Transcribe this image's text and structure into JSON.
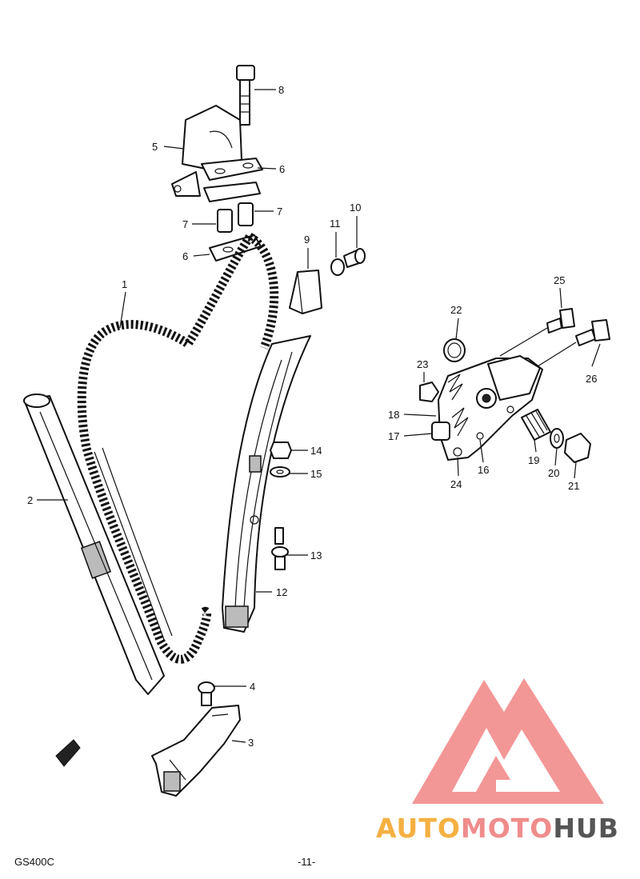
{
  "diagram": {
    "labels": [
      {
        "id": "1",
        "text": "1"
      },
      {
        "id": "2",
        "text": "2"
      },
      {
        "id": "3",
        "text": "3"
      },
      {
        "id": "4",
        "text": "4"
      },
      {
        "id": "5",
        "text": "5"
      },
      {
        "id": "6a",
        "text": "6"
      },
      {
        "id": "6b",
        "text": "6"
      },
      {
        "id": "7a",
        "text": "7"
      },
      {
        "id": "7b",
        "text": "7"
      },
      {
        "id": "8",
        "text": "8"
      },
      {
        "id": "9",
        "text": "9"
      },
      {
        "id": "10",
        "text": "10"
      },
      {
        "id": "11",
        "text": "11"
      },
      {
        "id": "12",
        "text": "12"
      },
      {
        "id": "13",
        "text": "13"
      },
      {
        "id": "14",
        "text": "14"
      },
      {
        "id": "15",
        "text": "15"
      },
      {
        "id": "16",
        "text": "16"
      },
      {
        "id": "17",
        "text": "17"
      },
      {
        "id": "18",
        "text": "18"
      },
      {
        "id": "19",
        "text": "19"
      },
      {
        "id": "20",
        "text": "20"
      },
      {
        "id": "21",
        "text": "21"
      },
      {
        "id": "22",
        "text": "22"
      },
      {
        "id": "23",
        "text": "23"
      },
      {
        "id": "24",
        "text": "24"
      },
      {
        "id": "25",
        "text": "25"
      },
      {
        "id": "26",
        "text": "26"
      }
    ]
  },
  "footer": {
    "model": "GS400C",
    "page": "-11-"
  },
  "watermark": {
    "part1": "AUTO",
    "part2": "MOTO",
    "part3": "HUB",
    "colors": {
      "auto": "#f5b041",
      "moto": "#f08c8c",
      "hub": "#555555",
      "triangle": "#f28b8b"
    }
  }
}
